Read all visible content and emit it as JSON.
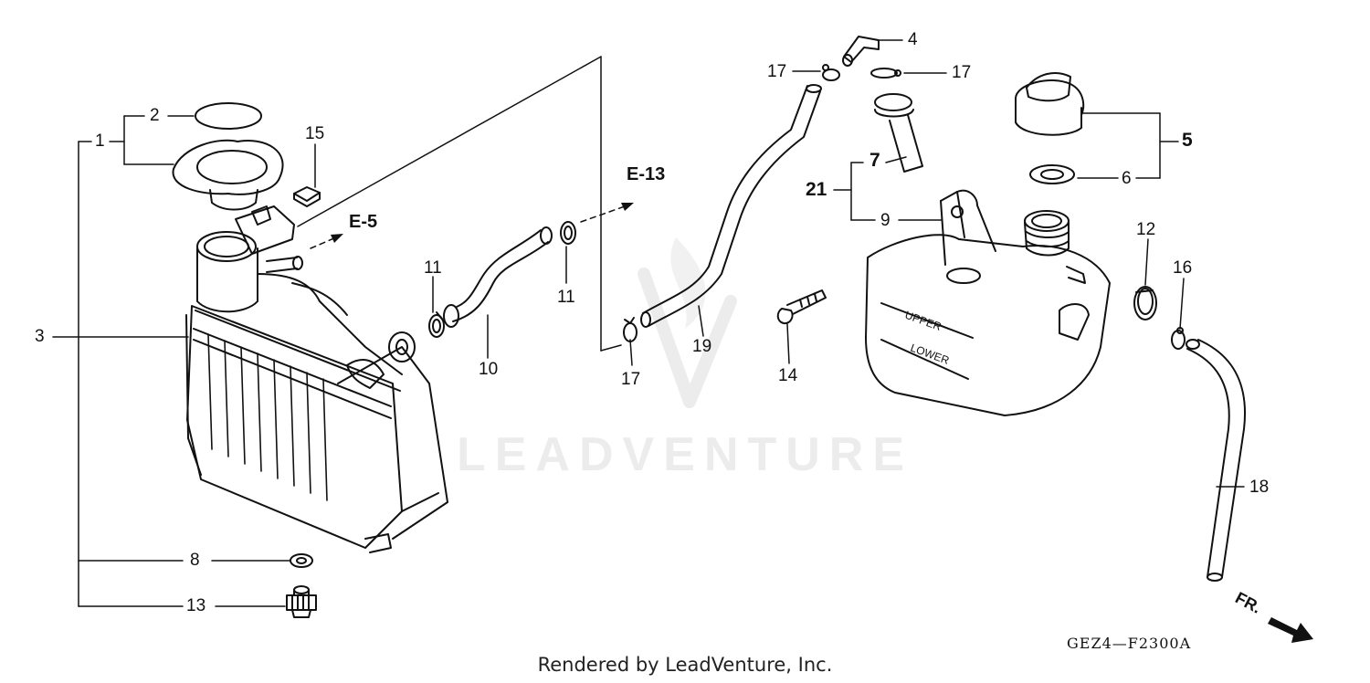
{
  "diagram": {
    "callouts": [
      "1",
      "2",
      "3",
      "4",
      "5",
      "6",
      "7",
      "8",
      "9",
      "10",
      "11",
      "11",
      "12",
      "13",
      "14",
      "15",
      "16",
      "17",
      "17",
      "17",
      "18",
      "19",
      "21"
    ],
    "refs": [
      "E-5",
      "E-13"
    ],
    "front_marker": "FR.",
    "diagram_code": "GEZ4—F2300A",
    "watermark": "LEADVENTURE",
    "footer": "Rendered by LeadVenture, Inc."
  }
}
